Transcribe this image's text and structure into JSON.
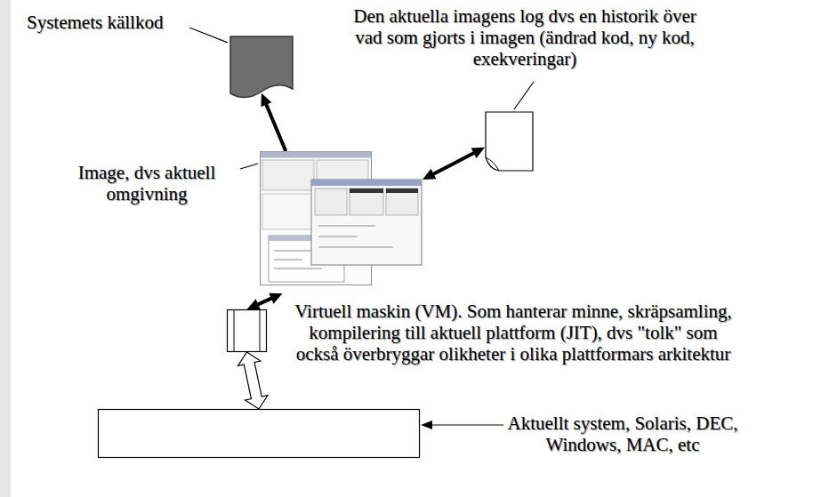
{
  "diagram": {
    "nodes": [
      {
        "text": [
          "Systemets källkod"
        ]
      },
      {
        "text": [
          "Den aktuella imagens log dvs en historik över vad som gjorts i imagen (ändrad kod, ny kod, exekveringar)"
        ]
      },
      {
        "text": [
          "Image, dvs aktuell omgivning"
        ]
      },
      {
        "text": [
          "Virtuell maskin (VM). Som hanterar minne, skräpsamling, kompilering till aktuell plattform (JIT), dvs \"tolk\" som också överbryggar olikheter i olika plattformars arkitektur"
        ]
      },
      {
        "text": [
          "Aktuellt system, Solaris, DEC, Windows, MAC, etc"
        ]
      }
    ],
    "edges": [
      {
        "from": 2,
        "to": 0,
        "arrow": "to"
      },
      {
        "from": 2,
        "to": 1,
        "arrow": "both"
      },
      {
        "from": 2,
        "to": 3,
        "arrow": "both"
      },
      {
        "from": 3,
        "to": 4,
        "arrow": "both"
      }
    ]
  }
}
